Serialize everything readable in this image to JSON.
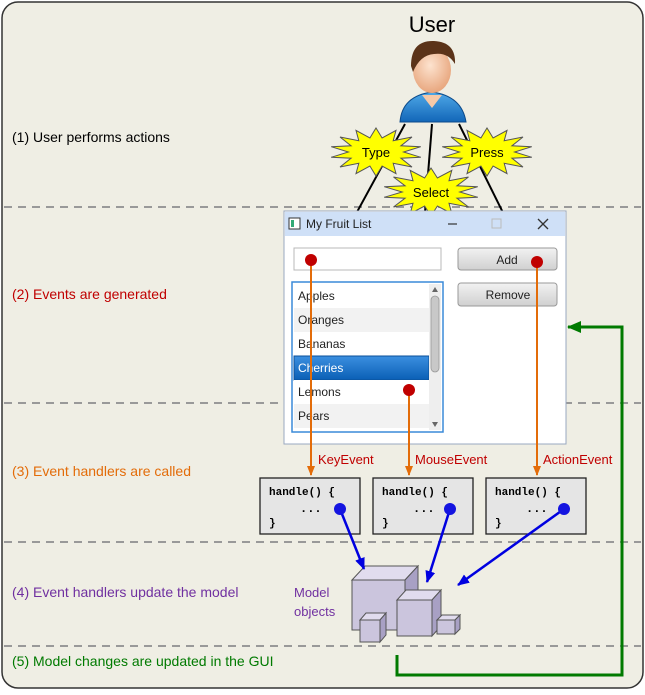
{
  "user": {
    "label": "User"
  },
  "stages": [
    {
      "label": "(1) User performs actions",
      "color": "#000000"
    },
    {
      "label": "(2) Events are generated",
      "color": "#c00000"
    },
    {
      "label": "(3) Event handlers are called",
      "color": "#e36c09"
    },
    {
      "label": "(4) Event handlers update the model",
      "color": "#7030a0"
    },
    {
      "label": "(5) Model changes are updated in the GUI",
      "color": "#007a00"
    }
  ],
  "actions": {
    "type": "Type",
    "select": "Select",
    "press": "Press"
  },
  "window": {
    "title": "My Fruit List",
    "add_label": "Add",
    "remove_label": "Remove",
    "fruits": [
      "Apples",
      "Oranges",
      "Bananas",
      "Cherries",
      "Lemons",
      "Pears"
    ],
    "selected": "Cherries"
  },
  "events": {
    "key": "KeyEvent",
    "mouse": "MouseEvent",
    "action": "ActionEvent"
  },
  "handler": {
    "line1": "handle() {",
    "line2": "...",
    "line3": "}"
  },
  "model": {
    "label_line1": "Model",
    "label_line2": "objects"
  },
  "colors": {
    "panel": "#efeee4",
    "event_arrow": "#e36c09",
    "model_arrow": "#0000e0",
    "update_arrow": "#007a00",
    "event_dot": "#c00000",
    "handler_dot": "#1414e0",
    "burst": "#ffff00",
    "selection": "#0a6fd1"
  }
}
